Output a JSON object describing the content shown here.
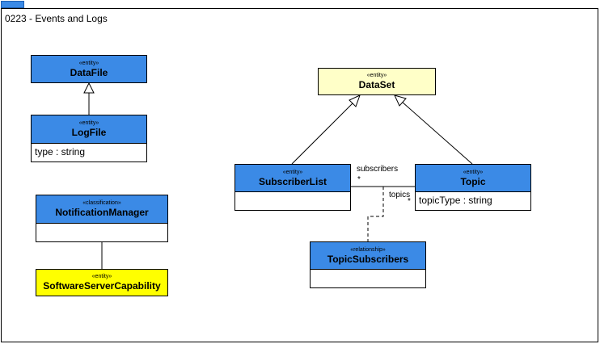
{
  "frame": {
    "title": "0223 - Events and Logs"
  },
  "classes": {
    "datafile": {
      "stereotype": "«entity»",
      "name": "DataFile"
    },
    "logfile": {
      "stereotype": "«entity»",
      "name": "LogFile",
      "attributes": [
        "type : string"
      ]
    },
    "notificationmanager": {
      "stereotype": "«classification»",
      "name": "NotificationManager"
    },
    "softwareservercapability": {
      "stereotype": "«entity»",
      "name": "SoftwareServerCapability"
    },
    "dataset": {
      "stereotype": "«entity»",
      "name": "DataSet"
    },
    "subscriberlist": {
      "stereotype": "«entity»",
      "name": "SubscriberList"
    },
    "topic": {
      "stereotype": "«entity»",
      "name": "Topic",
      "attributes": [
        "topicType : string"
      ]
    },
    "topicsubscribers": {
      "stereotype": "«relationship»",
      "name": "TopicSubscribers"
    }
  },
  "association": {
    "subscribers_role": "subscribers",
    "subscribers_mult": "*",
    "topics_role": "topics",
    "topics_mult": "*"
  },
  "colors": {
    "entity_blue": "#3b8ae6",
    "abstract_pale": "#ffffc8",
    "highlight_yellow": "#ffff00"
  }
}
